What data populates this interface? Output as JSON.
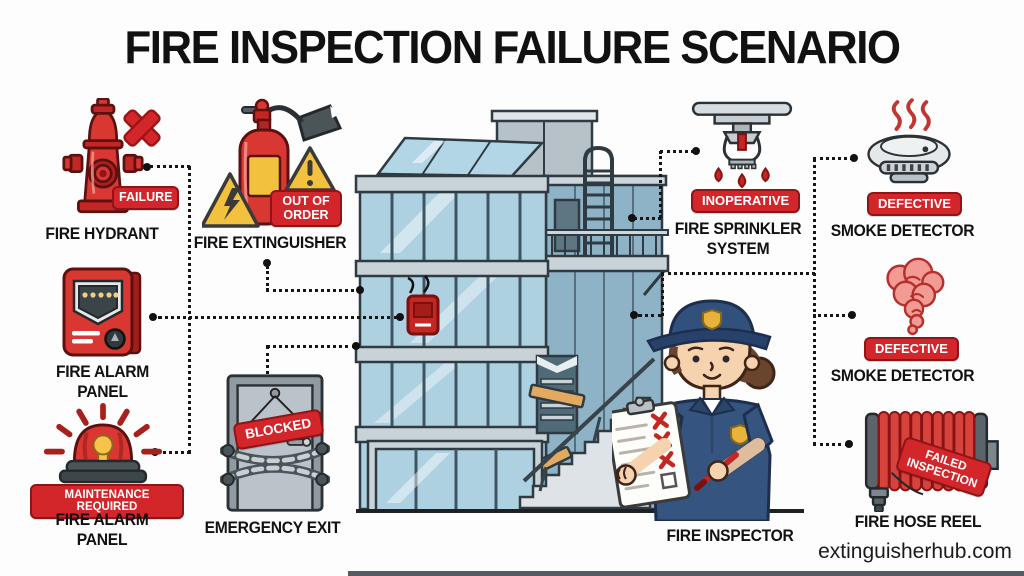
{
  "title": "FIRE INSPECTION FAILURE SCENARIO",
  "website": "extinguisherhub.com",
  "colors": {
    "badge_red": "#d3262b",
    "badge_border": "#8f1417",
    "icon_red": "#d93731",
    "warning_yellow": "#f2c23e",
    "uniform_navy": "#35547f",
    "building_glass": "#aed1e2",
    "building_tower": "#8fb3c6",
    "connector_black": "#161616"
  },
  "items": [
    {
      "id": "fire-hydrant",
      "label": "FIRE HYDRANT",
      "badge": "FAILURE",
      "icon": "fire-hydrant-icon"
    },
    {
      "id": "fire-extinguisher",
      "label": "FIRE EXTINGUISHER",
      "badge": "OUT OF ORDER",
      "icon": "fire-extinguisher-icon"
    },
    {
      "id": "fire-alarm-panel",
      "label": "FIRE ALARM PANEL",
      "badge": "",
      "icon": "fire-alarm-panel-icon"
    },
    {
      "id": "fire-alarm-siren",
      "label": "FIRE ALARM PANEL",
      "badge": "MAINTENANCE REQUIRED",
      "icon": "siren-icon"
    },
    {
      "id": "emergency-exit",
      "label": "EMERGENCY EXIT",
      "badge": "BLOCKED",
      "icon": "chained-door-icon"
    },
    {
      "id": "fire-sprinkler",
      "label": "FIRE SPRINKLER SYSTEM",
      "badge": "INOPERATIVE",
      "icon": "sprinkler-icon"
    },
    {
      "id": "smoke-detector-1",
      "label": "SMOKE DETECTOR",
      "badge": "DEFECTIVE",
      "icon": "smoke-detector-icon"
    },
    {
      "id": "smoke-detector-2",
      "label": "SMOKE DETECTOR",
      "badge": "DEFECTIVE",
      "icon": "smoke-cloud-icon"
    },
    {
      "id": "fire-hose-reel",
      "label": "FIRE HOSE REEL",
      "badge": "FAILED INSPECTION",
      "icon": "hose-reel-icon"
    },
    {
      "id": "fire-inspector",
      "label": "FIRE INSPECTOR",
      "badge": "",
      "icon": "inspector-figure"
    }
  ]
}
